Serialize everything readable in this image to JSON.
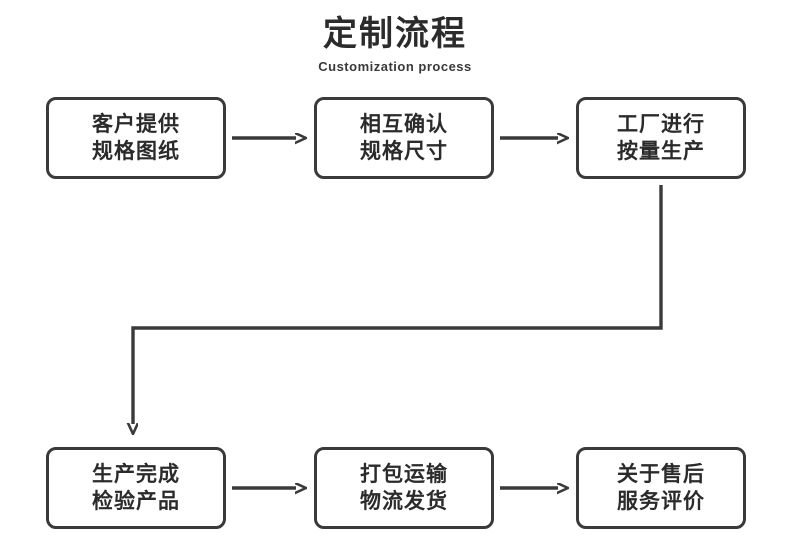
{
  "title": {
    "cn": "定制流程",
    "en": "Customization process"
  },
  "colors": {
    "stroke": "#3a3a3a",
    "text": "#2b2b2b",
    "background": "#ffffff"
  },
  "nodes": [
    {
      "id": "customer-provides-specs",
      "line1": "客户提供",
      "line2": "规格图纸"
    },
    {
      "id": "mutual-confirm-specs",
      "line1": "相互确认",
      "line2": "规格尺寸"
    },
    {
      "id": "factory-production",
      "line1": "工厂进行",
      "line2": "按量生产"
    },
    {
      "id": "production-inspection",
      "line1": "生产完成",
      "line2": "检验产品"
    },
    {
      "id": "packing-shipping",
      "line1": "打包运输",
      "line2": "物流发货"
    },
    {
      "id": "after-sales-review",
      "line1": "关于售后",
      "line2": "服务评价"
    }
  ],
  "connectors": [
    {
      "id": "arrow-1",
      "from": "customer-provides-specs",
      "to": "mutual-confirm-specs",
      "kind": "straight-right"
    },
    {
      "id": "arrow-2",
      "from": "mutual-confirm-specs",
      "to": "factory-production",
      "kind": "straight-right"
    },
    {
      "id": "arrow-3",
      "from": "factory-production",
      "to": "production-inspection",
      "kind": "u-turn-down-left"
    },
    {
      "id": "arrow-4",
      "from": "production-inspection",
      "to": "packing-shipping",
      "kind": "straight-right"
    },
    {
      "id": "arrow-5",
      "from": "packing-shipping",
      "to": "after-sales-review",
      "kind": "straight-right"
    }
  ]
}
